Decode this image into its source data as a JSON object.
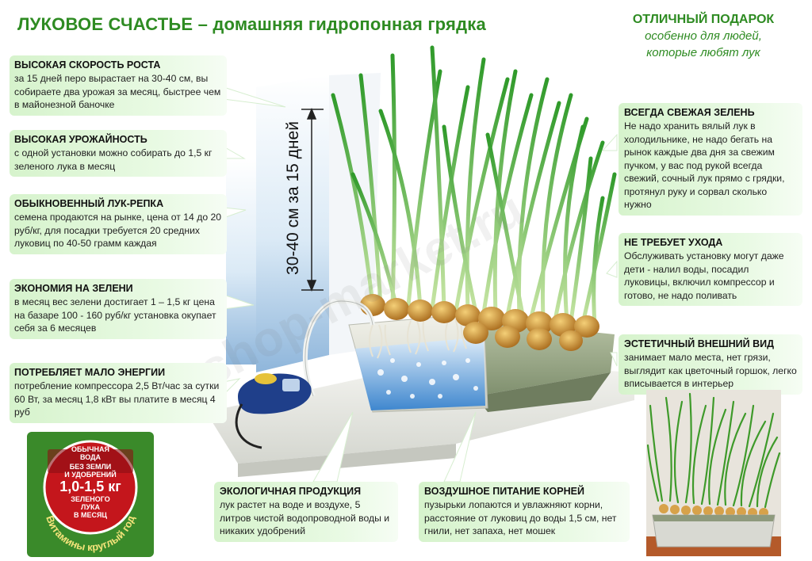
{
  "header": {
    "title": "ЛУКОВОЕ СЧАСТЬЕ – домашняя гидропонная грядка",
    "gift_line1": "ОТЛИЧНЫЙ ПОДАРОК",
    "gift_line2": "особенно для людей,",
    "gift_line3": "которые любят лук"
  },
  "measure_label": "30-40 см за 15 дней",
  "left_boxes": [
    {
      "title": "ВЫСОКАЯ СКОРОСТЬ РОСТА",
      "text": "за 15 дней перо вырастает на 30-40 см, вы собираете два урожая за месяц, быстрее чем в майонезной баночке"
    },
    {
      "title": "ВЫСОКАЯ УРОЖАЙНОСТЬ",
      "text": "с одной установки можно собирать до 1,5 кг зеленого лука в месяц"
    },
    {
      "title": "ОБЫКНОВЕННЫЙ ЛУК-РЕПКА",
      "text": "семена продаются на рынке, цена от 14 до 20 руб/кг, для посадки требуется 20 средних луковиц по 40-50 грамм каждая"
    },
    {
      "title": "ЭКОНОМИЯ НА ЗЕЛЕНИ",
      "text": "в месяц вес зелени достигает 1 – 1,5 кг цена на базаре 100 - 160 руб/кг установка окупает себя за 6 месяцев"
    },
    {
      "title": "ПОТРЕБЛЯЕТ МАЛО ЭНЕРГИИ",
      "text": "потребление компрессора 2,5 Вт/час за сутки 60 Вт, за месяц 1,8 кВт вы платите в месяц 4 руб"
    }
  ],
  "right_boxes": [
    {
      "title": "ВСЕГДА СВЕЖАЯ ЗЕЛЕНЬ",
      "text": "Не надо хранить вялый лук в холодильнике, не надо бегать на рынок каждые два дня за свежим пучком, у вас под рукой всегда свежий, сочный лук прямо с грядки, протянул руку и сорвал сколько нужно"
    },
    {
      "title": "НЕ ТРЕБУЕТ УХОДА",
      "text": "Обслуживать установку могут даже дети - налил воды, посадил луковицы, включил компрессор и готово, не надо поливать"
    },
    {
      "title": "ЭСТЕТИЧНЫЙ ВНЕШНИЙ ВИД",
      "text": "занимает мало места, нет грязи, выглядит как цветочный горшок, легко вписывается в интерьер"
    }
  ],
  "bottom_boxes": [
    {
      "title": "ЭКОЛОГИЧНАЯ ПРОДУКЦИЯ",
      "text": "лук растет на воде и воздухе, 5 литров чистой водопроводной воды и никаких удобрений"
    },
    {
      "title": "ВОЗДУШНОЕ ПИТАНИЕ КОРНЕЙ",
      "text": "пузырьки лопаются и увлажняют корни, расстояние от луковиц до воды 1,5 см, нет гнили, нет запаха, нет мошек"
    }
  ],
  "badge": {
    "line1": "ОБЫЧНАЯ",
    "line2": "ВОДА",
    "line3": "БЕЗ ЗЕМЛИ",
    "line4": "И УДОБРЕНИЙ",
    "line5": "1,0-1,5 кг",
    "line6": "ЗЕЛЕНОГО",
    "line7": "ЛУКА",
    "line8": "В МЕСЯЦ",
    "arc_text": "Витамины круглый год"
  },
  "watermark": "shop-market.ru",
  "colors": {
    "title_green": "#2e8b22",
    "box_green": "#d6f3cc",
    "badge_red": "#c4161c",
    "badge_green": "#3a8a2a"
  }
}
